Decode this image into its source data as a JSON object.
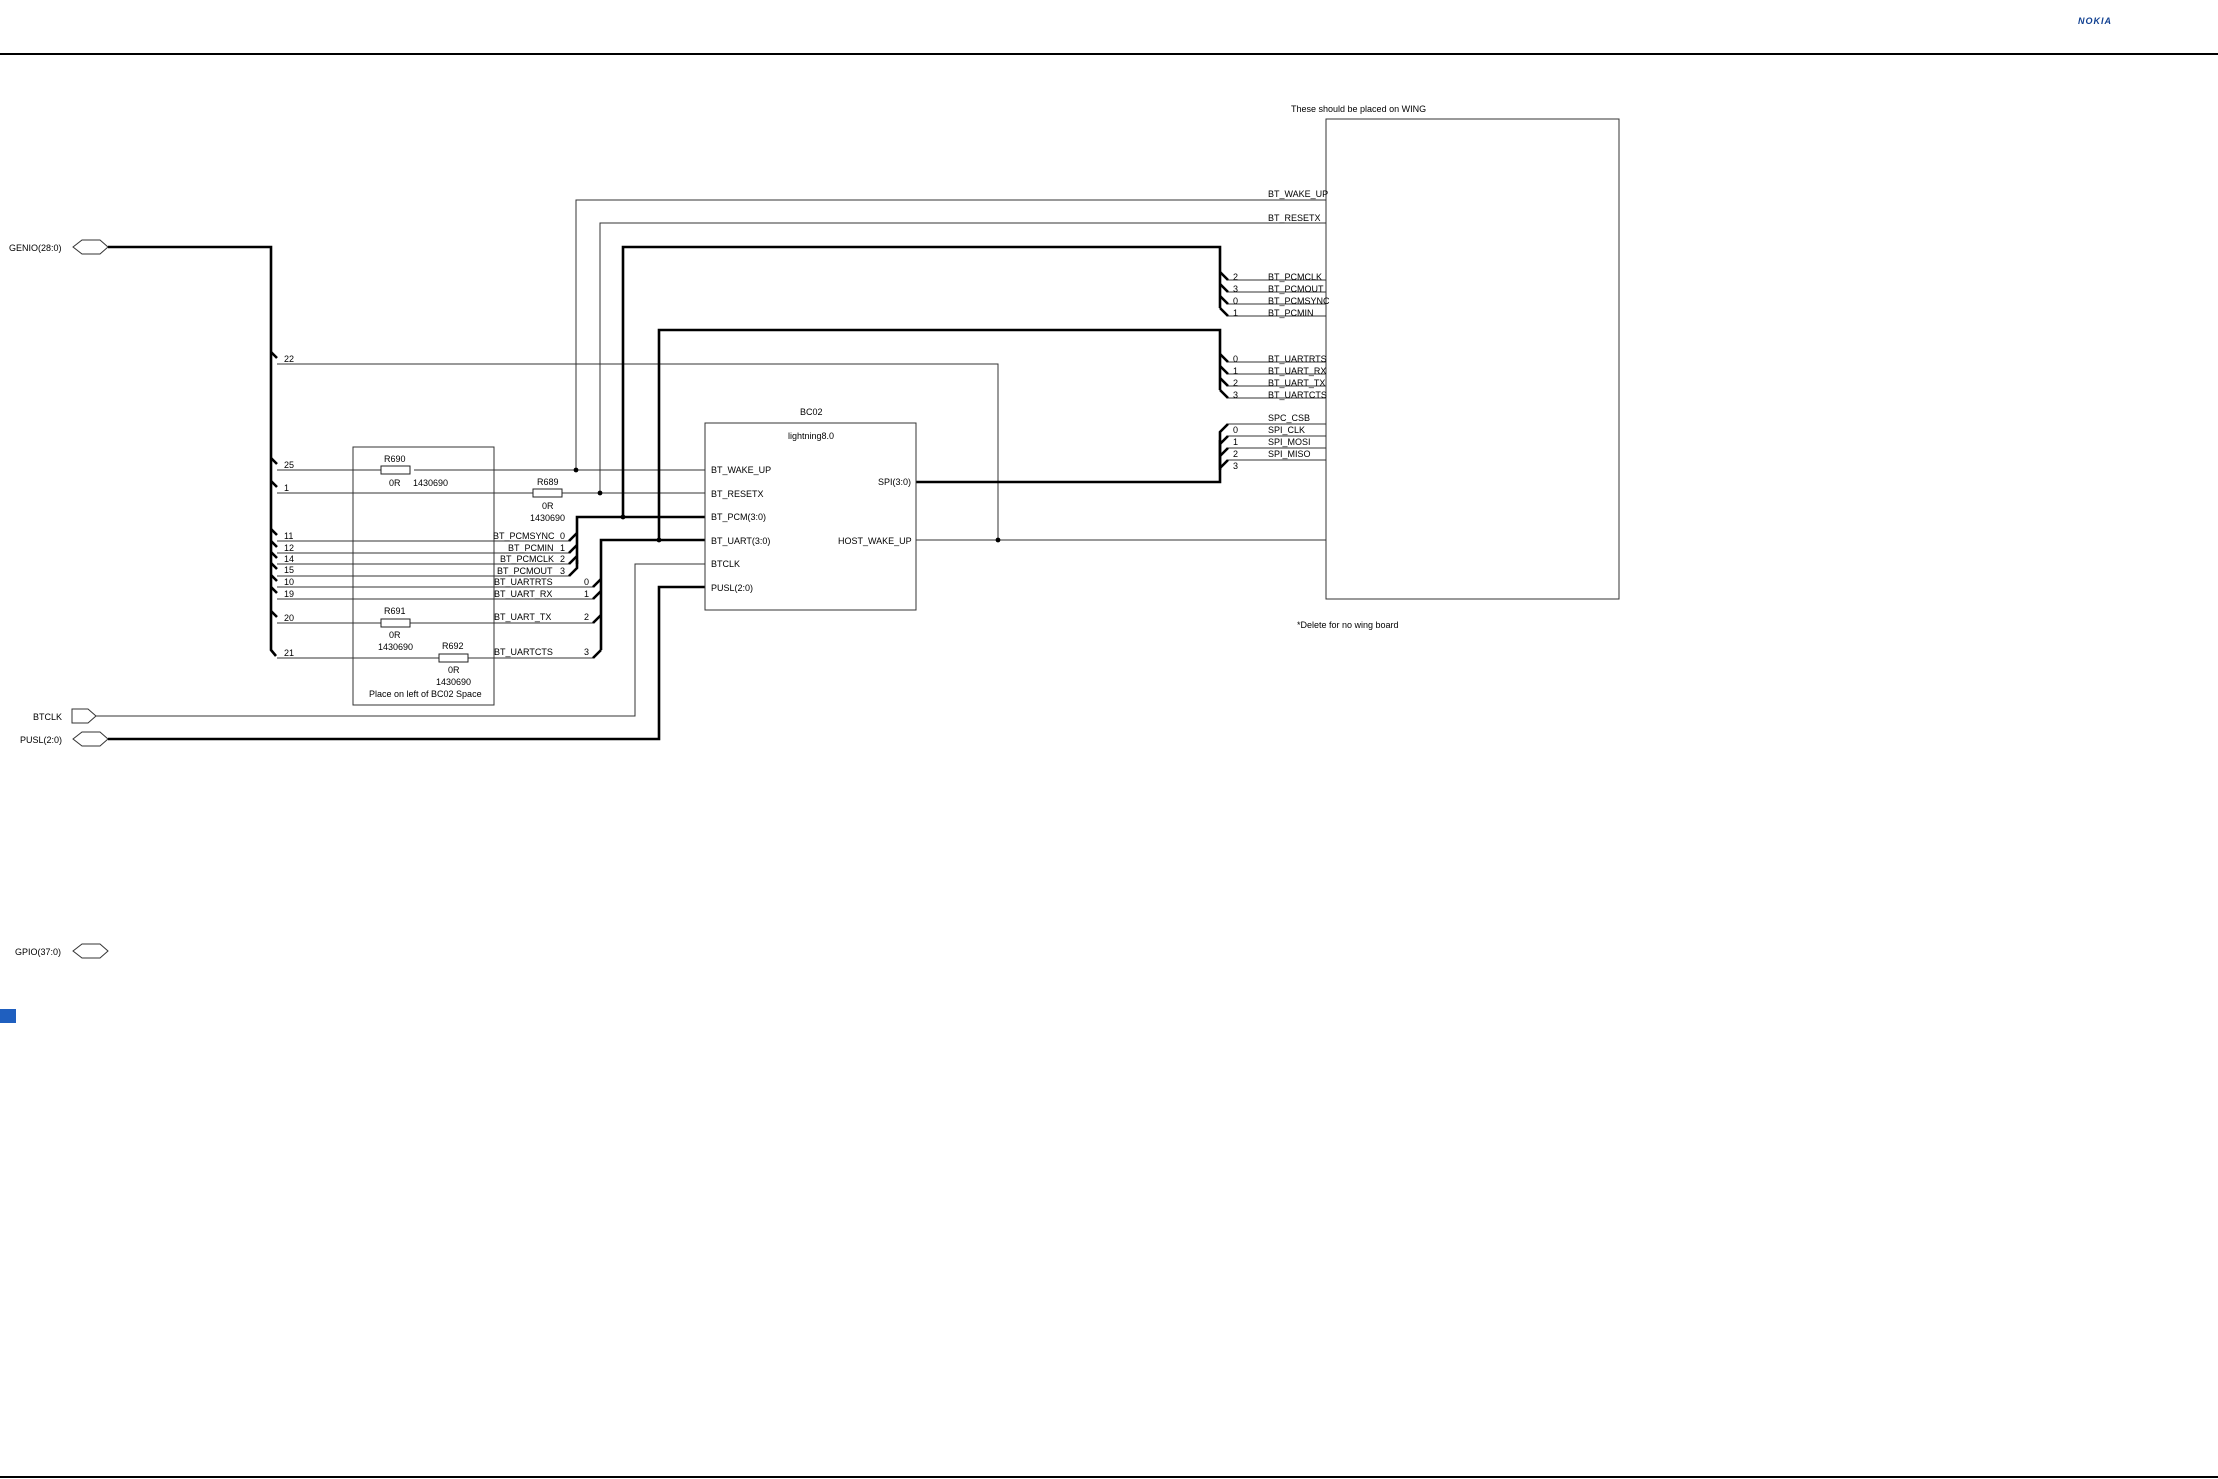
{
  "logo": "NOKIA",
  "colors": {
    "logo": "#124191",
    "marker": "#1f5fbf",
    "line": "#000000"
  },
  "ports": {
    "genio": "GENIO(28:0)",
    "btclk": "BTCLK",
    "pusl": "PUSL(2:0)",
    "gpio": "GPIO(37:0)"
  },
  "genio_taps": [
    "22",
    "25",
    "1",
    "11",
    "12",
    "14",
    "15",
    "10",
    "19",
    "20",
    "21"
  ],
  "resistor_block": {
    "caption": "Place on left of BC02 Space",
    "r690": {
      "ref": "R690",
      "value": "0R",
      "part": "1430690"
    },
    "r689": {
      "ref": "R689",
      "value": "0R",
      "part": "1430690"
    },
    "r691": {
      "ref": "R691",
      "value": "0R",
      "part": "1430690"
    },
    "r692": {
      "ref": "R692",
      "value": "0R",
      "part": "1430690"
    }
  },
  "bus_entries": [
    {
      "label": "BT_PCMSYNC",
      "index": "0"
    },
    {
      "label": "BT_PCMIN",
      "index": "1"
    },
    {
      "label": "BT_PCMCLK",
      "index": "2"
    },
    {
      "label": "BT_PCMOUT",
      "index": "3"
    },
    {
      "label": "BT_UARTRTS",
      "index": "0"
    },
    {
      "label": "BT_UART_RX",
      "index": "1"
    },
    {
      "label": "BT_UART_TX",
      "index": "2"
    },
    {
      "label": "BT_UARTCTS",
      "index": "3"
    }
  ],
  "bc02": {
    "ref": "BC02",
    "name": "lightning8.0",
    "left_pins": [
      "BT_WAKE_UP",
      "BT_RESETX",
      "BT_PCM(3:0)",
      "BT_UART(3:0)",
      "BTCLK",
      "PUSL(2:0)"
    ],
    "right_pins": [
      "SPI(3:0)",
      "HOST_WAKE_UP"
    ]
  },
  "wing": {
    "note_top": "These should be placed on WING",
    "note_bottom": "*Delete for no wing board",
    "nets": [
      "BT_WAKE_UP",
      "BT_RESETX"
    ],
    "pcm_entries": [
      {
        "index": "2",
        "label": "BT_PCMCLK"
      },
      {
        "index": "3",
        "label": "BT_PCMOUT"
      },
      {
        "index": "0",
        "label": "BT_PCMSYNC"
      },
      {
        "index": "1",
        "label": "BT_PCMIN"
      }
    ],
    "uart_entries": [
      {
        "index": "0",
        "label": "BT_UARTRTS"
      },
      {
        "index": "1",
        "label": "BT_UART_RX"
      },
      {
        "index": "2",
        "label": "BT_UART_TX"
      },
      {
        "index": "3",
        "label": "BT_UARTCTS"
      }
    ],
    "spi_csb": "SPC_CSB",
    "spi_entries": [
      {
        "index": "0",
        "label": "SPI_CLK"
      },
      {
        "index": "1",
        "label": "SPI_MOSI"
      },
      {
        "index": "2",
        "label": "SPI_MISO"
      },
      {
        "index": "3",
        "label": ""
      }
    ]
  }
}
